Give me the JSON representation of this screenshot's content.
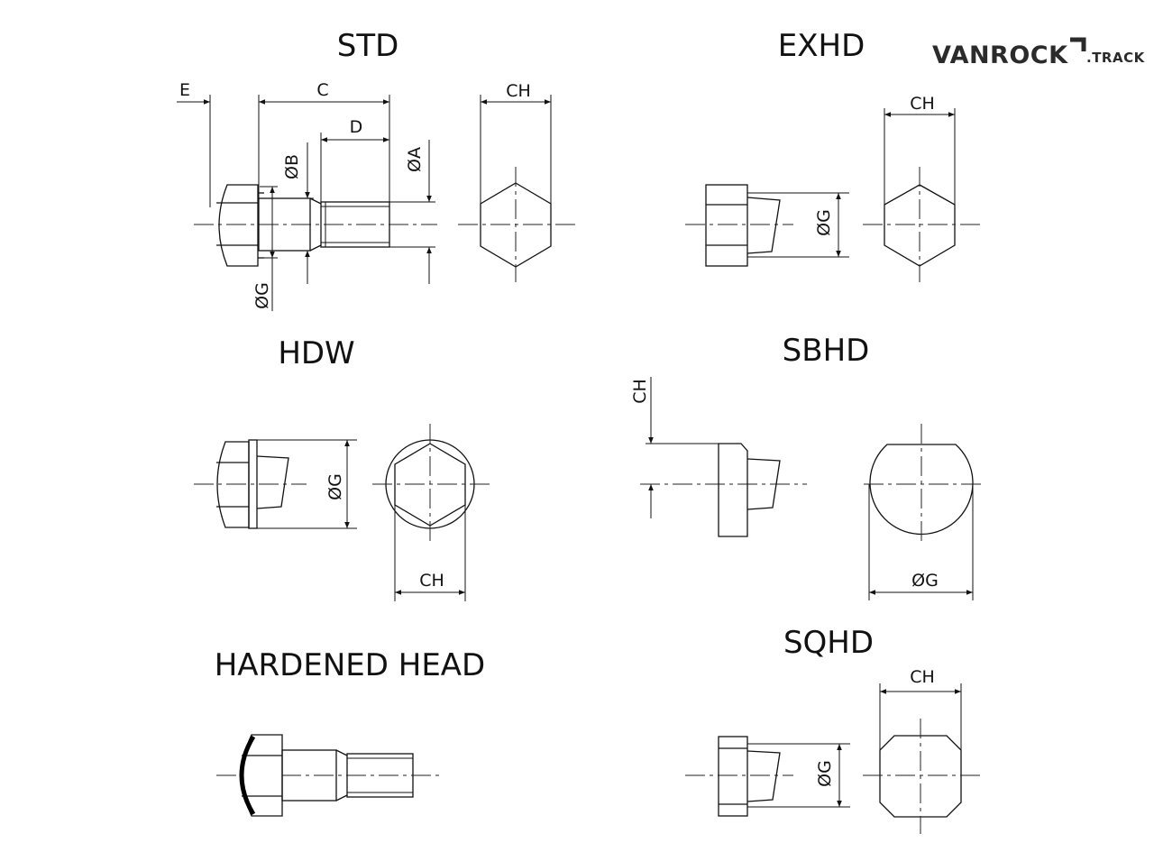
{
  "titles": {
    "std": "STD",
    "exhd": "EXHD",
    "hdw": "HDW",
    "sbhd": "SBHD",
    "hardened": "HARDENED HEAD",
    "sqhd": "SQHD"
  },
  "brand": {
    "name": "VANROCK",
    "suffix": ".TRACK"
  },
  "dims": {
    "std_e": "E",
    "std_c": "C",
    "std_d": "D",
    "std_b": "ØB",
    "std_a": "ØA",
    "std_g": "ØG",
    "std_ch": "CH",
    "exhd_ch": "CH",
    "exhd_g": "ØG",
    "hdw_g": "ØG",
    "hdw_ch": "CH",
    "sbhd_ch": "CH",
    "sbhd_g": "ØG",
    "sqhd_ch": "CH",
    "sqhd_g": "ØG"
  }
}
